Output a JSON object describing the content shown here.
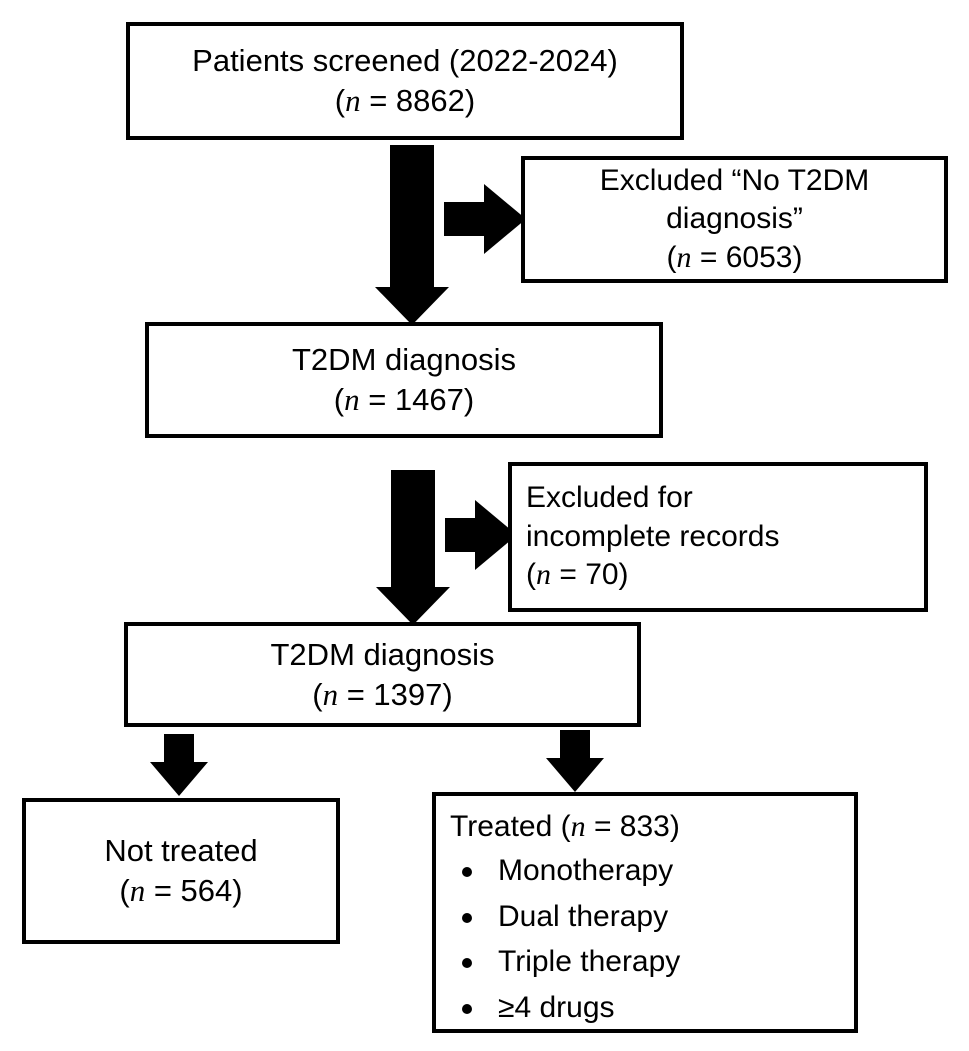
{
  "diagram": {
    "type": "patient-flow-diagram",
    "nodes": [
      {
        "id": "screened",
        "line1": "Patients screened (2022-2024)",
        "line2_prefix": "(",
        "line2_var": "n",
        "line2_suffix": " = 8862)",
        "n": 8862
      },
      {
        "id": "excluded-no-t2dm",
        "line1": "Excluded “No T2DM",
        "line2": "diagnosis”",
        "line3_prefix": "(",
        "line3_var": "n",
        "line3_suffix": " = 6053)",
        "n": 6053
      },
      {
        "id": "t2dm-diagnosis-1",
        "line1": "T2DM diagnosis",
        "line2_prefix": "(",
        "line2_var": "n",
        "line2_suffix": " = 1467)",
        "n": 1467
      },
      {
        "id": "excluded-incomplete",
        "line1": "Excluded for",
        "line2": "incomplete records",
        "line3_prefix": "(",
        "line3_var": "n",
        "line3_suffix": " = 70)",
        "n": 70
      },
      {
        "id": "t2dm-diagnosis-2",
        "line1": "T2DM diagnosis",
        "line2_prefix": "(",
        "line2_var": "n",
        "line2_suffix": " = 1397)",
        "n": 1397
      },
      {
        "id": "not-treated",
        "line1": "Not treated",
        "line2_prefix": "(",
        "line2_var": "n",
        "line2_suffix": " = 564)",
        "n": 564
      },
      {
        "id": "treated",
        "head_prefix": "Treated (",
        "head_var": "n",
        "head_suffix": " = 833)",
        "n": 833,
        "bullets": [
          "Monotherapy",
          "Dual therapy",
          "Triple therapy",
          "≥4 drugs"
        ]
      }
    ],
    "colors": {
      "stroke": "#000000",
      "fill": "#ffffff",
      "text": "#000000"
    }
  }
}
